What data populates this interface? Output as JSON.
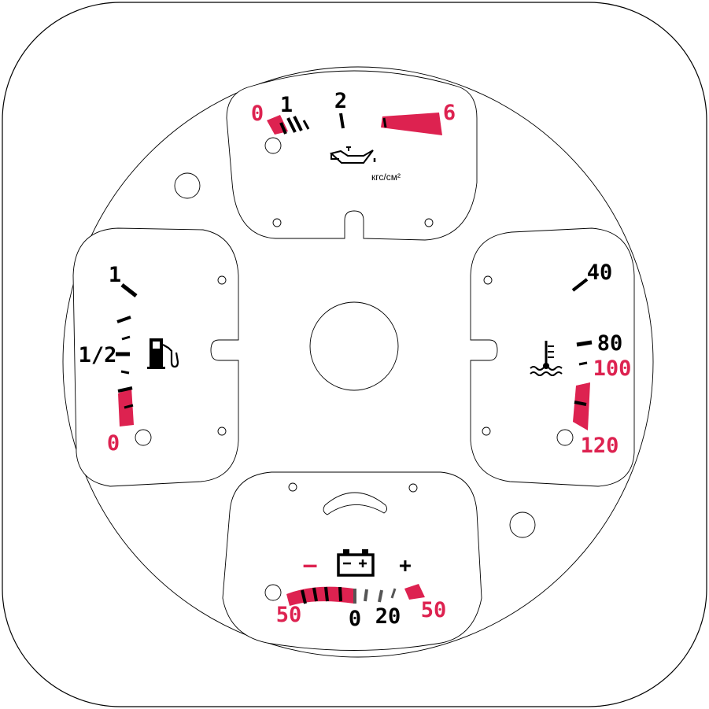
{
  "colors": {
    "red": "#dd2250",
    "black": "#000000",
    "gray": "#555555",
    "background": "#ffffff"
  },
  "oil_pressure": {
    "labels": [
      "0",
      "1",
      "2",
      "6"
    ],
    "unit": "кгс/см²",
    "icon": "oil-can-icon"
  },
  "fuel": {
    "labels": [
      "1",
      "1/2",
      "0"
    ],
    "icon": "fuel-pump-icon"
  },
  "coolant_temp": {
    "labels": [
      "40",
      "80",
      "100",
      "120"
    ],
    "icon": "coolant-temperature-icon"
  },
  "ammeter": {
    "minus": "–",
    "plus": "+",
    "labels": [
      "50",
      "0",
      "20",
      "50"
    ],
    "icon": "battery-icon"
  }
}
